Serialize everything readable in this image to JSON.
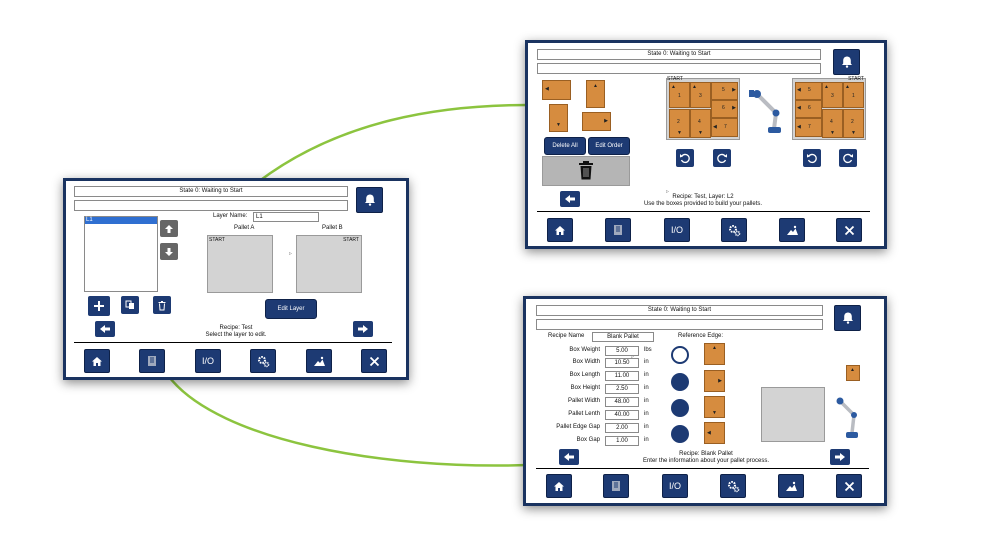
{
  "colors": {
    "frame": "#1a3360",
    "button": "#1d3a73",
    "box": "#d68c3f",
    "connector": "#8cc43f",
    "pallet": "#d3d3d3"
  },
  "icons": [
    "home-icon",
    "manual-icon",
    "io-text",
    "gears-icon",
    "user-icon",
    "close-icon",
    "bell-icon",
    "arrow-left-icon",
    "arrow-right-icon",
    "arrow-up-icon",
    "arrow-down-icon",
    "plus-icon",
    "copy-icon",
    "trash-icon",
    "rotate-left-icon",
    "rotate-right-icon",
    "robot-arm-icon"
  ],
  "nav": {
    "io_label": "I/O"
  },
  "left_panel": {
    "status": "State 0: Waiting to Start",
    "layer_list": [
      "L1"
    ],
    "layer_name_label": "Layer Name:",
    "layer_name_value": "L1",
    "pallet_a_label": "Pallet A",
    "pallet_b_label": "Pallet B",
    "start_label": "START",
    "edit_layer": "Edit Layer",
    "recipe_line": "Recipe: Test",
    "hint": "Select the layer to edit."
  },
  "top_panel": {
    "status": "State 0: Waiting to Start",
    "delete_all": "Delete All",
    "edit_order": "Edit Order",
    "start_label": "START",
    "recipe_line": "Recipe: Test, Layer: L2",
    "hint": "Use the boxes provided to build your pallets.",
    "pallet_a_numbers": [
      "1",
      "3",
      "5",
      "6",
      "2",
      "4",
      "7"
    ],
    "pallet_b_numbers": [
      "5",
      "3",
      "1",
      "6",
      "7",
      "4",
      "2"
    ]
  },
  "bottom_panel": {
    "status": "State 0: Waiting to Start",
    "recipe_name_label": "Recipe Name",
    "recipe_name_value": "Blank Pallet",
    "reference_edge_label": "Reference Edge:",
    "fields": [
      {
        "label": "Box Weight",
        "value": "5.00",
        "unit": "lbs"
      },
      {
        "label": "Box Width",
        "value": "10.50",
        "unit": "in"
      },
      {
        "label": "Box Length",
        "value": "11.00",
        "unit": "in"
      },
      {
        "label": "Box Height",
        "value": "2.50",
        "unit": "in"
      },
      {
        "label": "Pallet Width",
        "value": "48.00",
        "unit": "in"
      },
      {
        "label": "Pallet Lenth",
        "value": "40.00",
        "unit": "in"
      },
      {
        "label": "Pallet Edge Gap",
        "value": "2.00",
        "unit": "in"
      },
      {
        "label": "Box Gap",
        "value": "1.00",
        "unit": "in"
      }
    ],
    "recipe_line": "Recipe: Blank Pallet",
    "hint": "Enter the information about your pallet process."
  }
}
